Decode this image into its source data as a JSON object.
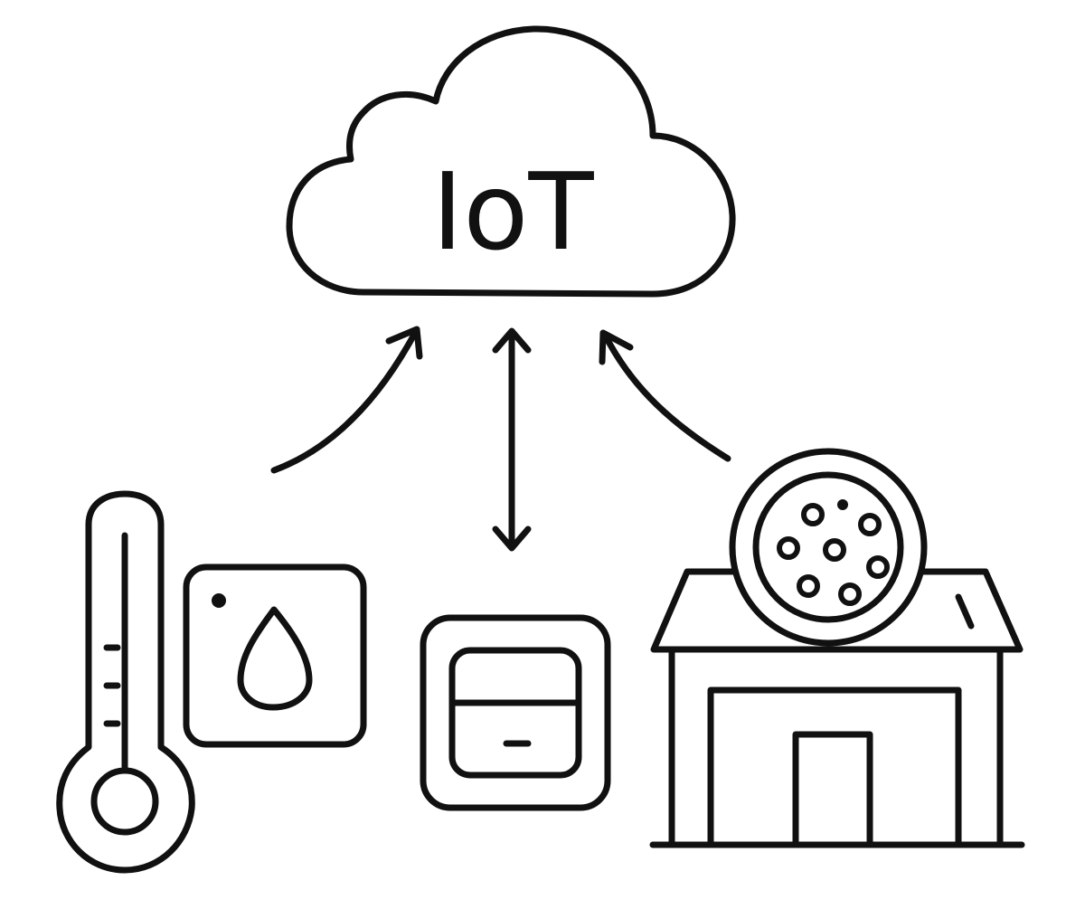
{
  "diagram": {
    "cloud": {
      "label": "IoT"
    },
    "connections": [
      {
        "from": "thermometer-sensor",
        "to": "cloud",
        "direction": "to-cloud"
      },
      {
        "from": "hub-device",
        "to": "cloud",
        "direction": "bidirectional"
      },
      {
        "from": "building-sensor",
        "to": "cloud",
        "direction": "to-cloud"
      }
    ],
    "devices": [
      {
        "id": "thermometer-sensor",
        "icon": "thermometer-icon"
      },
      {
        "id": "humidity-sensor",
        "icon": "water-drop-icon"
      },
      {
        "id": "hub-device",
        "icon": "smart-panel-icon"
      },
      {
        "id": "building-sensor",
        "icon": "building-with-sensor-icon"
      }
    ],
    "colors": {
      "ink": "#111111",
      "background": "#ffffff"
    }
  }
}
